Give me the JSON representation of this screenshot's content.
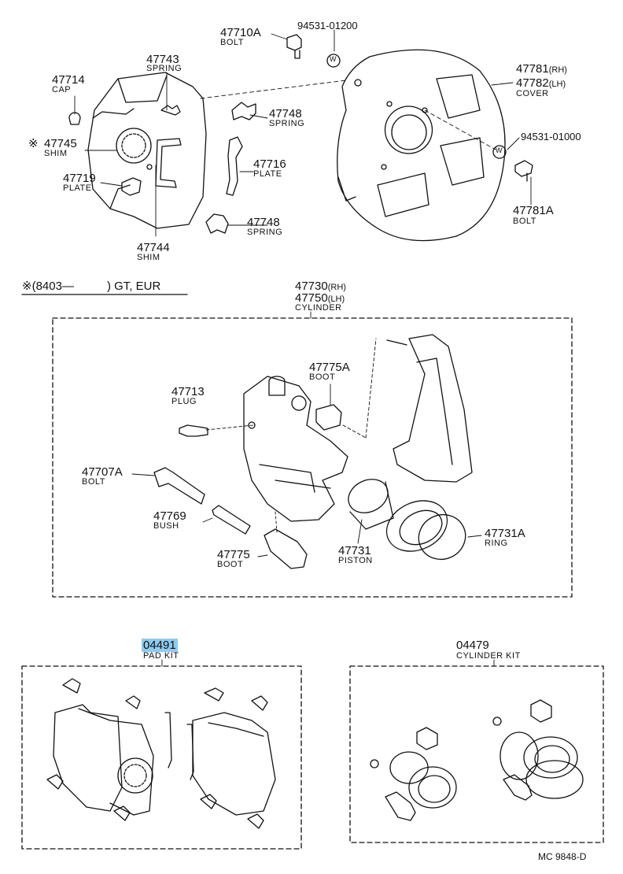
{
  "parts": {
    "p47710A": {
      "number": "47710A",
      "name": "BOLT"
    },
    "p94531_01200": {
      "number": "94531-01200"
    },
    "p47743": {
      "number": "47743",
      "name": "SPRING"
    },
    "p47714": {
      "number": "47714",
      "name": "CAP"
    },
    "p47748a": {
      "number": "47748",
      "name": "SPRING"
    },
    "p47745": {
      "mark": "※",
      "number": "47745",
      "name": "SHIM"
    },
    "p47716": {
      "number": "47716",
      "name": "PLATE"
    },
    "p47719": {
      "number": "47719",
      "name": "PLATE"
    },
    "p47748b": {
      "number": "47748",
      "name": "SPRING"
    },
    "p47744": {
      "number": "47744",
      "name": "SHIM"
    },
    "p47781": {
      "number": "47781",
      "suffix": "(RH)"
    },
    "p47782": {
      "number": "47782",
      "suffix": "(LH)",
      "name": "COVER"
    },
    "p94531_01000": {
      "number": "94531-01000"
    },
    "p47781A": {
      "number": "47781A",
      "name": "BOLT"
    },
    "p47730": {
      "number": "47730",
      "suffix": "(RH)"
    },
    "p47750": {
      "number": "47750",
      "suffix": "(LH)",
      "name": "CYLINDER"
    },
    "p47775A": {
      "number": "47775A",
      "name": "BOOT"
    },
    "p47713": {
      "number": "47713",
      "name": "PLUG"
    },
    "p47707A": {
      "number": "47707A",
      "name": "BOLT"
    },
    "p47769": {
      "number": "47769",
      "name": "BUSH"
    },
    "p47775": {
      "number": "47775",
      "name": "BOOT"
    },
    "p47731": {
      "number": "47731",
      "name": "PISTON"
    },
    "p47731A": {
      "number": "47731A",
      "name": "RING"
    },
    "p04491": {
      "number": "04491",
      "name": "PAD KIT"
    },
    "p04479": {
      "number": "04479",
      "name": "CYLINDER KIT"
    }
  },
  "note": {
    "mark": "※",
    "range": "(8403—",
    "spec": ") GT, EUR"
  },
  "washer_symbol": "W",
  "footer": {
    "code": "MC  9848-D"
  },
  "colors": {
    "ink": "#111111",
    "highlight": "#8ecbf0"
  }
}
